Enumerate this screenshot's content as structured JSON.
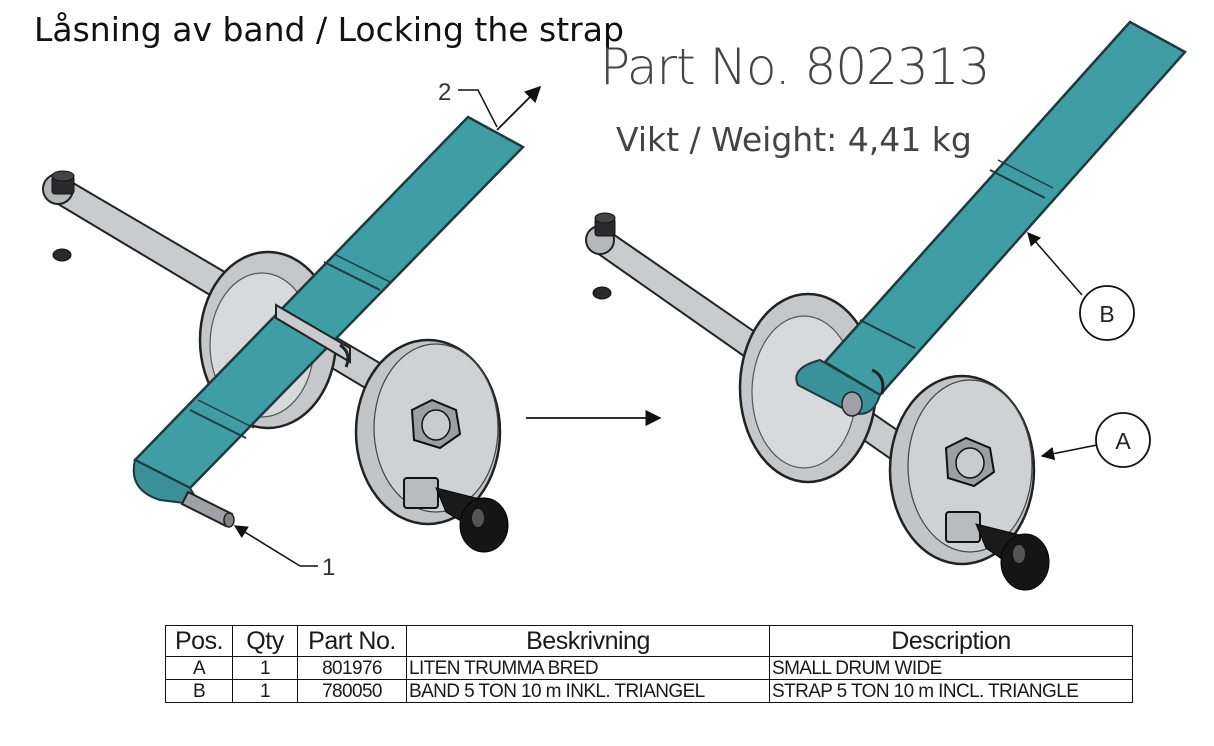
{
  "header": {
    "title": "Låsning av band / Locking the strap",
    "part_no": "Part No. 802313",
    "weight": "Vikt / Weight: 4,41 kg"
  },
  "callouts": {
    "one": "1",
    "two": "2",
    "a": "A",
    "b": "B"
  },
  "colors": {
    "strap": "#3f9ea5",
    "strap_dark": "#2f7d83",
    "metal": "#c7c9cc",
    "metal_dark": "#8e9196",
    "knob": "#151515"
  },
  "bom": {
    "headers": [
      "Pos.",
      "Qty",
      "Part No.",
      "Beskrivning",
      "Description"
    ],
    "rows": [
      [
        "A",
        "1",
        "801976",
        "LITEN TRUMMA BRED",
        "SMALL DRUM WIDE"
      ],
      [
        "B",
        "1",
        "780050",
        "BAND 5 TON 10 m INKL. TRIANGEL",
        "STRAP 5 TON 10 m INCL. TRIANGLE"
      ]
    ]
  }
}
